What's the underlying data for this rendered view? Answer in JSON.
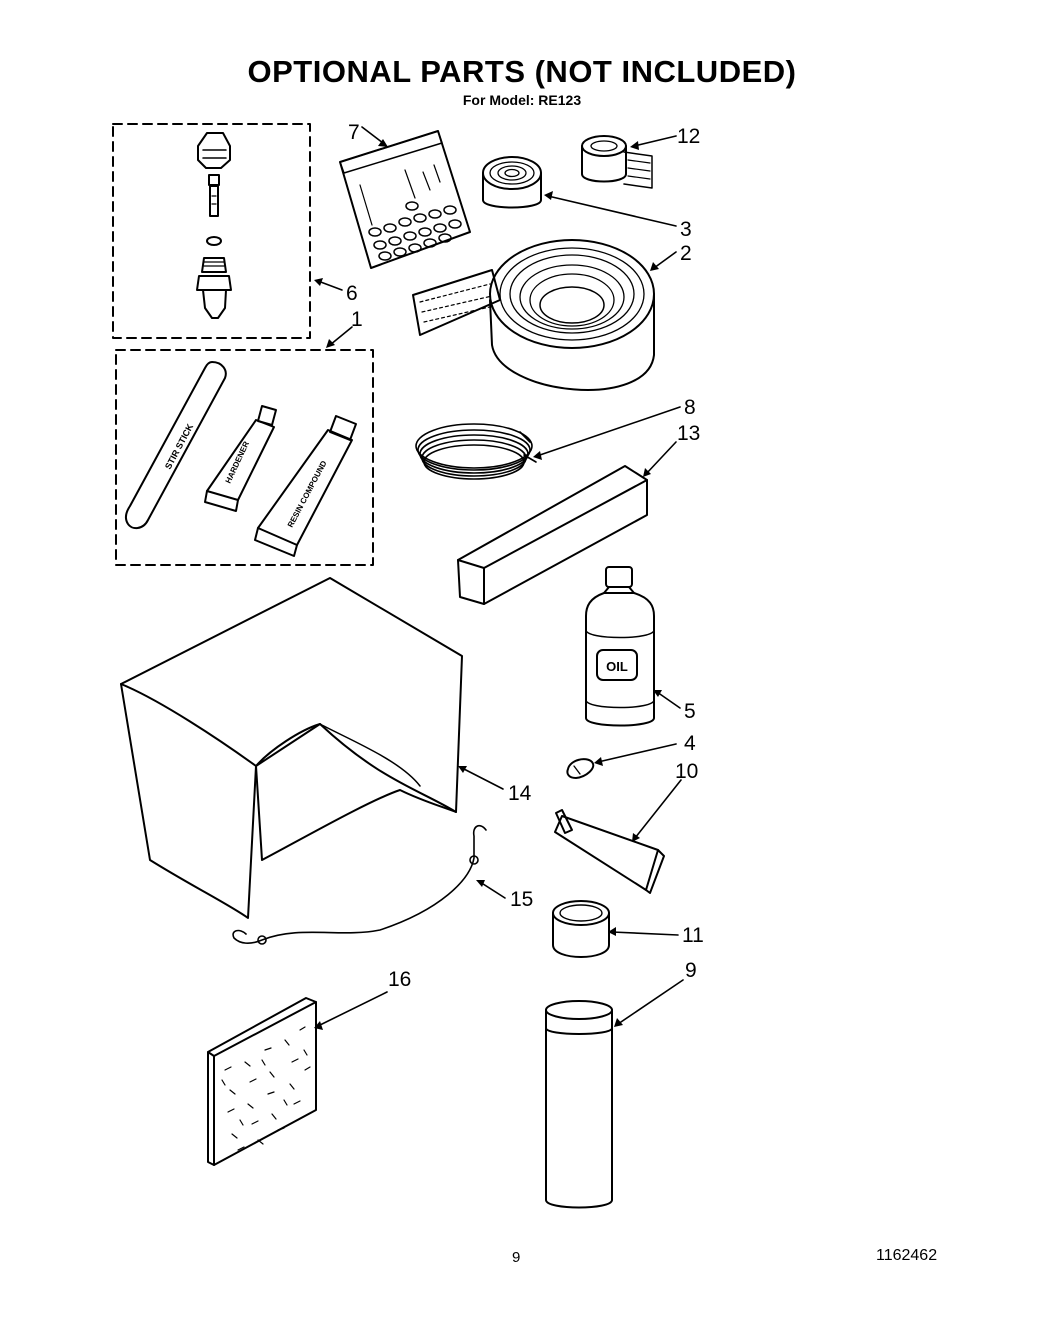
{
  "title": "OPTIONAL PARTS (NOT INCLUDED)",
  "subtitle": "For Model: RE123",
  "page_number": "9",
  "document_number": "1162462",
  "item_labels": {
    "stir_stick": "STIR STICK",
    "hardener": "HARDENER",
    "resin_compound": "RESIN COMPOUND",
    "oil": "OIL"
  },
  "callouts": {
    "c1": "1",
    "c2": "2",
    "c3": "3",
    "c4": "4",
    "c5": "5",
    "c6": "6",
    "c7": "7",
    "c8": "8",
    "c9": "9",
    "c10": "10",
    "c11": "11",
    "c12": "12",
    "c13": "13",
    "c14": "14",
    "c15": "15",
    "c16": "16"
  }
}
